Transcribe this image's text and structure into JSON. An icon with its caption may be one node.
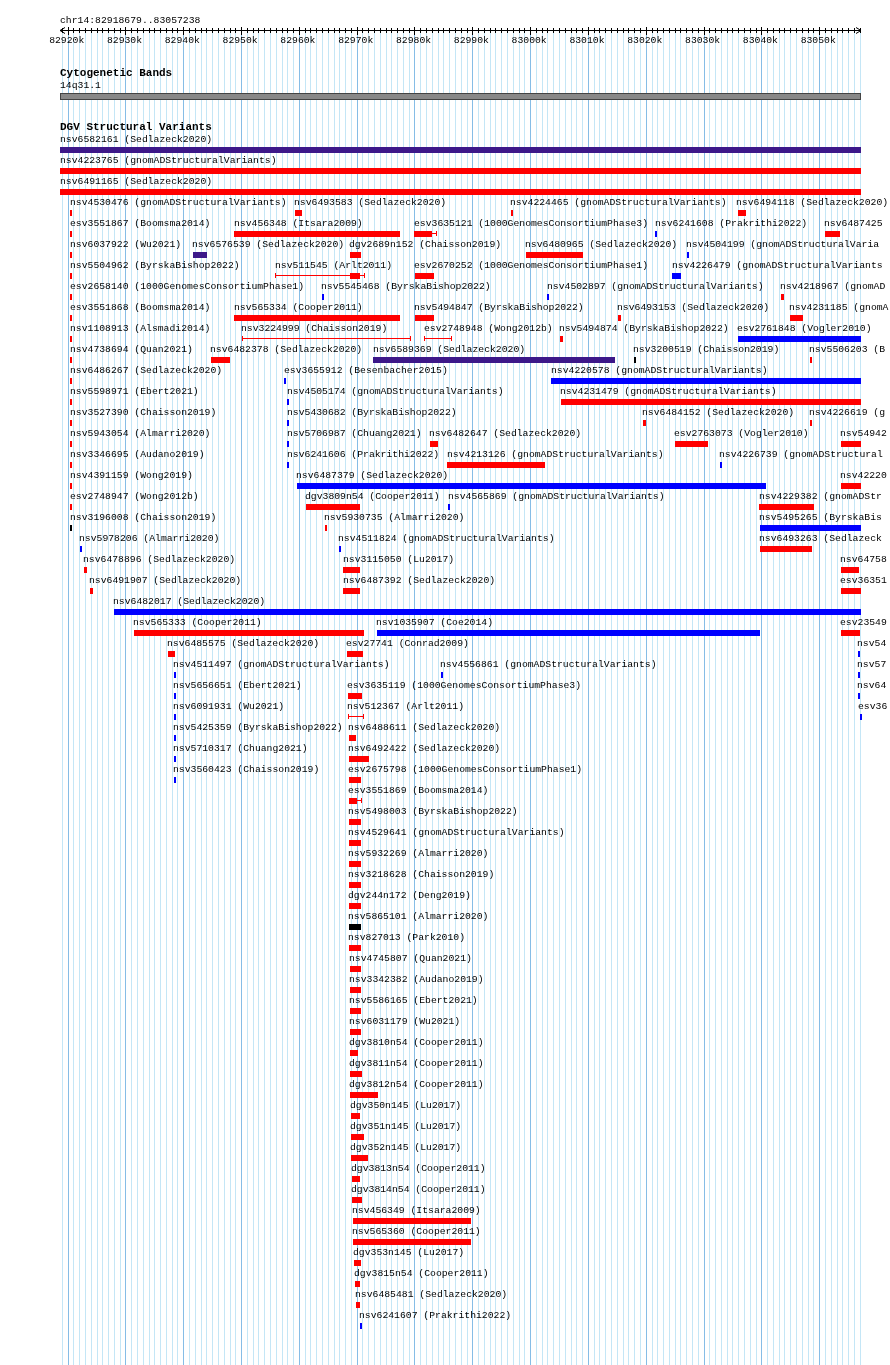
{
  "diagram": {
    "labels": [
      "chr14:82918679..83057238",
      "82920k",
      "82930k",
      "82940k",
      "82950k",
      "82960k",
      "82970k",
      "82980k",
      "82990k",
      "83000k",
      "83010k",
      "83020k",
      "83030k",
      "83040k",
      "83050k",
      "Cytogenetic Bands",
      "14q31.1",
      "DGV Structural Variants",
      "nsv6582161 (Sedlazeck2020)",
      "nsv4223765 (gnomADStructuralVariants)",
      "nsv6491165 (Sedlazeck2020)",
      "nsv4530476 (gnomADStructuralVariants)",
      "nsv6493583 (Sedlazeck2020)",
      "nsv4224465 (gnomADStructuralVariants)",
      "nsv6494118 (Sedlazeck2020)",
      "esv3551867 (Boomsma2014)",
      "nsv456348 (Itsara2009)",
      "esv3635121 (1000GenomesConsortiumPhase3)",
      "nsv6241608 (Prakrithi2022)",
      "nsv6487425",
      "nsv6037922 (Wu2021)",
      "nsv6576539 (Sedlazeck2020)",
      "dgv2689n152 (Chaisson2019)",
      "nsv6480965 (Sedlazeck2020)",
      "nsv4504199 (gnomADStructuralVaria",
      "nsv5504962 (ByrskaBishop2022)",
      "nsv511545 (Arlt2011)",
      "esv2670252 (1000GenomesConsortiumPhase1)",
      "nsv4226479 (gnomADStructuralVariants",
      "esv2658140 (1000GenomesConsortiumPhase1)",
      "nsv5545468 (ByrskaBishop2022)",
      "nsv4502897 (gnomADStructuralVariants)",
      "nsv4218967 (gnomAD",
      "esv3551868 (Boomsma2014)",
      "nsv565334 (Cooper2011)",
      "nsv5494847 (ByrskaBishop2022)",
      "nsv6493153 (Sedlazeck2020)",
      "nsv4231185 (gnomA",
      "nsv1108913 (Alsmadi2014)",
      "nsv3224999 (Chaisson2019)",
      "esv2748948 (Wong2012b)",
      "nsv5494874 (ByrskaBishop2022)",
      "esv2761848 (Vogler2010)",
      "nsv4738694 (Quan2021)",
      "nsv6482378 (Sedlazeck2020)",
      "nsv6589369 (Sedlazeck2020)",
      "nsv3200519 (Chaisson2019)",
      "nsv5506203 (B",
      "nsv6486267 (Sedlazeck2020)",
      "esv3655912 (Besenbacher2015)",
      "nsv4220578 (gnomADStructuralVariants)",
      "nsv5598971 (Ebert2021)",
      "nsv4505174 (gnomADStructuralVariants)",
      "nsv4231479 (gnomADStructuralVariants)",
      "nsv3527390 (Chaisson2019)",
      "nsv5430682 (ByrskaBishop2022)",
      "nsv6484152 (Sedlazeck2020)",
      "nsv4226619 (g",
      "nsv5943054 (Almarri2020)",
      "nsv5706987 (Chuang2021)",
      "nsv6482647 (Sedlazeck2020)",
      "esv2763073 (Vogler2010)",
      "nsv54942",
      "nsv3346695 (Audano2019)",
      "nsv6241606 (Prakrithi2022)",
      "nsv4213126 (gnomADStructuralVariants)",
      "nsv4226739 (gnomADStructural",
      "nsv4391159 (Wong2019)",
      "nsv6487379 (Sedlazeck2020)",
      "nsv42220",
      "esv2748947 (Wong2012b)",
      "dgv3809n54 (Cooper2011)",
      "nsv4565869 (gnomADStructuralVariants)",
      "nsv4229382 (gnomADStr",
      "nsv3196008 (Chaisson2019)",
      "nsv5930735 (Almarri2020)",
      "nsv5495265 (ByrskaBis",
      "nsv5978206 (Almarri2020)",
      "nsv4511824 (gnomADStructuralVariants)",
      "nsv6493263 (Sedlazeck",
      "nsv6478896 (Sedlazeck2020)",
      "nsv3115050 (Lu2017)",
      "nsv64758",
      "nsv6491907 (Sedlazeck2020)",
      "nsv6487392 (Sedlazeck2020)",
      "esv36351",
      "nsv6482017 (Sedlazeck2020)",
      "nsv565333 (Cooper2011)",
      "nsv1035907 (Coe2014)",
      "esv23549",
      "nsv6485575 (Sedlazeck2020)",
      "esv27741 (Conrad2009)",
      "nsv54",
      "nsv4511497 (gnomADStructuralVariants)",
      "nsv4556861 (gnomADStructuralVariants)",
      "nsv57",
      "nsv5656651 (Ebert2021)",
      "esv3635119 (1000GenomesConsortiumPhase3)",
      "nsv64",
      "nsv6091931 (Wu2021)",
      "nsv512367 (Arlt2011)",
      "esv36",
      "nsv5425359 (ByrskaBishop2022)",
      "nsv6488611 (Sedlazeck2020)",
      "nsv5710317 (Chuang2021)",
      "nsv6492422 (Sedlazeck2020)",
      "nsv3560423 (Chaisson2019)",
      "esv2675798 (1000GenomesConsortiumPhase1)",
      "esv3551869 (Boomsma2014)",
      "nsv5498003 (ByrskaBishop2022)",
      "nsv4529641 (gnomADStructuralVariants)",
      "nsv5932269 (Almarri2020)",
      "nsv3218628 (Chaisson2019)",
      "dgv244n172 (Deng2019)",
      "nsv5865101 (Almarri2020)",
      "nsv827013 (Park2010)",
      "nsv4745807 (Quan2021)",
      "nsv3342382 (Audano2019)",
      "nsv5586165 (Ebert2021)",
      "nsv6031179 (Wu2021)",
      "dgv3810n54 (Cooper2011)",
      "dgv3811n54 (Cooper2011)",
      "dgv3812n54 (Cooper2011)",
      "dgv350n145 (Lu2017)",
      "dgv351n145 (Lu2017)",
      "dgv352n145 (Lu2017)",
      "dgv3813n54 (Cooper2011)",
      "dgv3814n54 (Cooper2011)",
      "nsv456349 (Itsara2009)",
      "nsv565360 (Cooper2011)",
      "dgv353n145 (Lu2017)",
      "dgv3815n54 (Cooper2011)",
      "nsv6485481 (Sedlazeck2020)",
      "nsv6241607 (Prakrithi2022)"
    ]
  }
}
